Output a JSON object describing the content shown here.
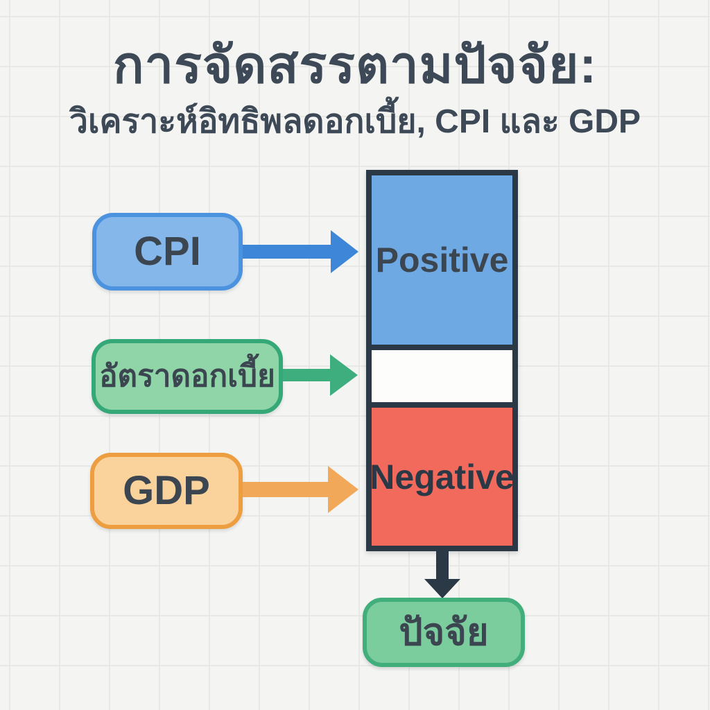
{
  "title": "การจัดสรรตามปัจจัย:",
  "subtitle": "วิเคราะห์อิทธิพลดอกเบี้ย, CPI และ GDP",
  "factors": [
    {
      "label": "CPI"
    },
    {
      "label": "อัตราดอกเบี้ย"
    },
    {
      "label": "GDP"
    }
  ],
  "impact_column": {
    "cells": [
      {
        "label": "Positive"
      },
      {
        "label": ""
      },
      {
        "label": "Negative"
      }
    ]
  },
  "result_box": {
    "label": "ปัจจัย"
  },
  "colors": {
    "background": "#F4F4F2",
    "grid_line": "#E8E8E5",
    "dark_slate": "#2B3947",
    "text_title": "#3D4956",
    "text_dark": "#3C4650",
    "blue_fill": "#85B7EA",
    "blue_border": "#4B93DE",
    "blue_arrow": "#3E87D8",
    "blue_cell": "#6FA9E3",
    "green_fill": "#8FD5A8",
    "green_border": "#35A877",
    "green_arrow": "#3FAE7E",
    "orange_fill": "#FAD29B",
    "orange_border": "#EC9E41",
    "orange_arrow": "#F2A859",
    "red_cell": "#F26A5C",
    "white_cell": "#FDFDFB",
    "factor_fill": "#7CCD9D",
    "factor_border": "#42AE7C"
  }
}
